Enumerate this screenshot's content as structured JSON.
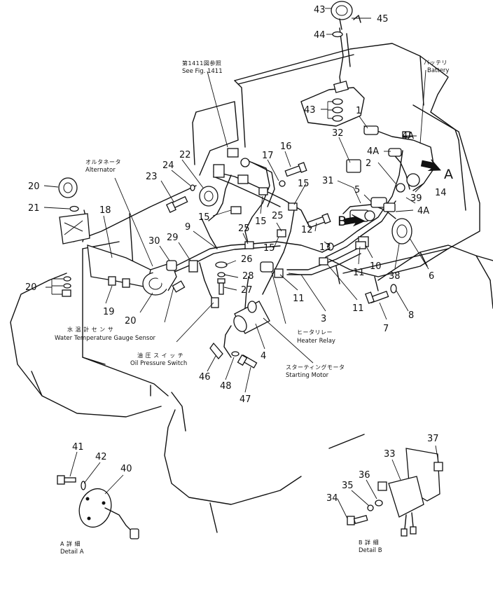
{
  "labels": {
    "see_fig_jp": "第1411図参照",
    "see_fig_en": "See Fig. 1411",
    "battery_jp": "バッテリ",
    "battery_en": "Battery",
    "alternator_jp": "オルタネータ",
    "alternator_en": "Alternator",
    "water_temp_jp": "水 温 計 セ ン サ",
    "water_temp_en": "Water Temperature Gauge Sensor",
    "oil_pressure_jp": "油 圧 ス イ ッ チ",
    "oil_pressure_en": "Oil Pressure Switch",
    "heater_relay_jp": "ヒータリレー",
    "heater_relay_en": "Heater Relay",
    "starting_motor_jp": "スターティングモータ",
    "starting_motor_en": "Starting Motor",
    "detail_a_jp": "A 詳 細",
    "detail_a_en": "Detail A",
    "detail_b_jp": "B 詳 細",
    "detail_b_en": "Detail B",
    "view_a": "A",
    "view_b": "B"
  },
  "parts": [
    "43",
    "45",
    "44",
    "43",
    "1",
    "4A",
    "4A",
    "32",
    "16",
    "17",
    "22",
    "24",
    "23",
    "20",
    "21",
    "18",
    "30",
    "29",
    "9",
    "15",
    "15",
    "25",
    "15",
    "25",
    "15",
    "26",
    "28",
    "27",
    "12",
    "13",
    "31",
    "2",
    "5",
    "14",
    "39",
    "4A",
    "10",
    "11",
    "11",
    "3",
    "11",
    "38",
    "6",
    "7",
    "8",
    "19",
    "20",
    "20",
    "4",
    "46",
    "48",
    "47",
    "41",
    "42",
    "40",
    "37",
    "33",
    "36",
    "35",
    "34"
  ]
}
